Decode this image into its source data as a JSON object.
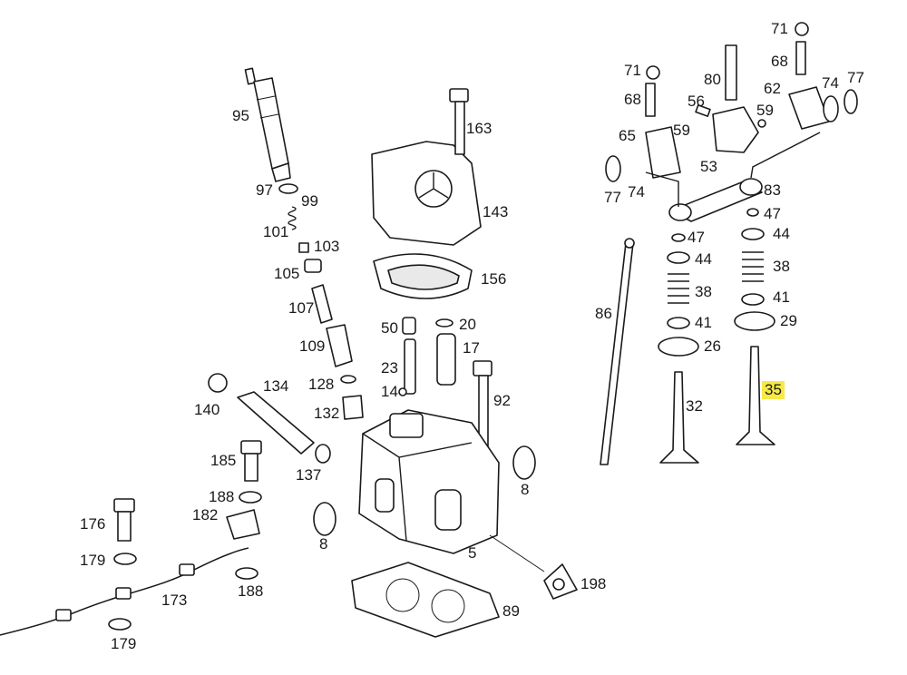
{
  "diagram": {
    "highlight_color": "#f7e94a",
    "labels": [
      "95",
      "97",
      "99",
      "101",
      "103",
      "105",
      "107",
      "109",
      "128",
      "132",
      "134",
      "140",
      "143",
      "156",
      "163",
      "50",
      "20",
      "17",
      "23",
      "14",
      "92",
      "185",
      "188",
      "182",
      "176",
      "179",
      "173",
      "137",
      "8",
      "5",
      "198",
      "89",
      "71",
      "68",
      "80",
      "56",
      "59",
      "62",
      "74",
      "77",
      "65",
      "53",
      "83",
      "47",
      "44",
      "38",
      "41",
      "29",
      "26",
      "86",
      "32",
      "35"
    ],
    "highlighted": [
      "35"
    ]
  }
}
